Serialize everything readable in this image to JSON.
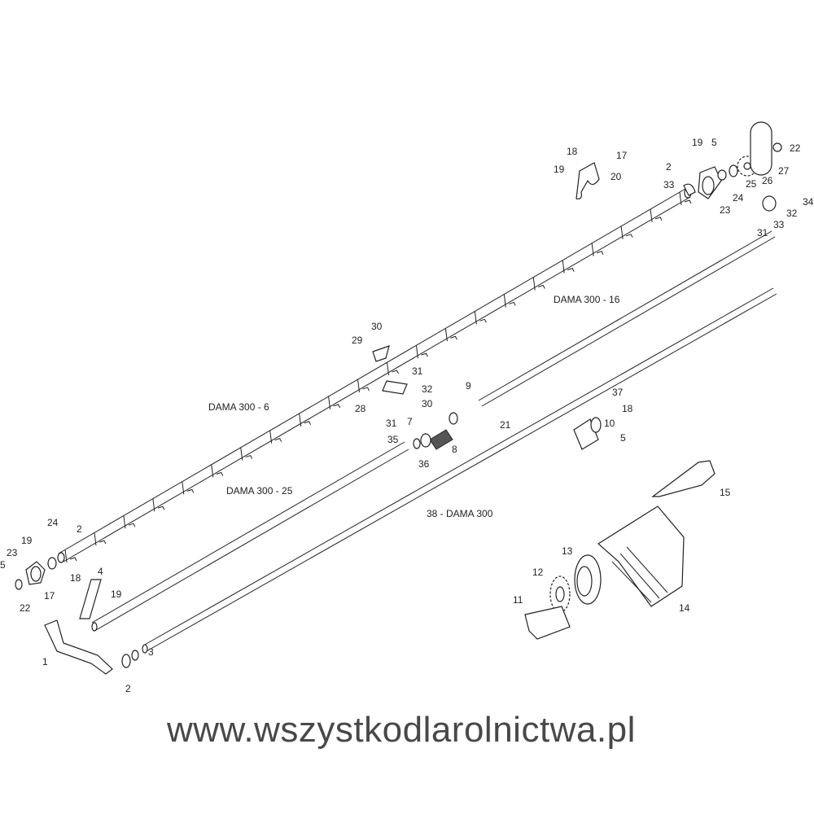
{
  "watermark": "www.wszystkodlarolnictwa.pl",
  "labels": [
    "18",
    "17",
    "19",
    "20",
    "2",
    "19",
    "5",
    "33",
    "23",
    "24",
    "25",
    "26",
    "27",
    "22",
    "34",
    "32",
    "33",
    "31",
    "DAMA 300 - 16",
    "30",
    "29",
    "31",
    "32",
    "28",
    "30",
    "31",
    "7",
    "9",
    "21",
    "35",
    "8",
    "36",
    "37",
    "18",
    "10",
    "5",
    "DAMA 300 - 6",
    "DAMA 300 - 25",
    "38 - DAMA 300",
    "15",
    "13",
    "12",
    "11",
    "14",
    "24",
    "2",
    "19",
    "23",
    "5",
    "22",
    "4",
    "18",
    "17",
    "19",
    "1",
    "3",
    "2"
  ]
}
